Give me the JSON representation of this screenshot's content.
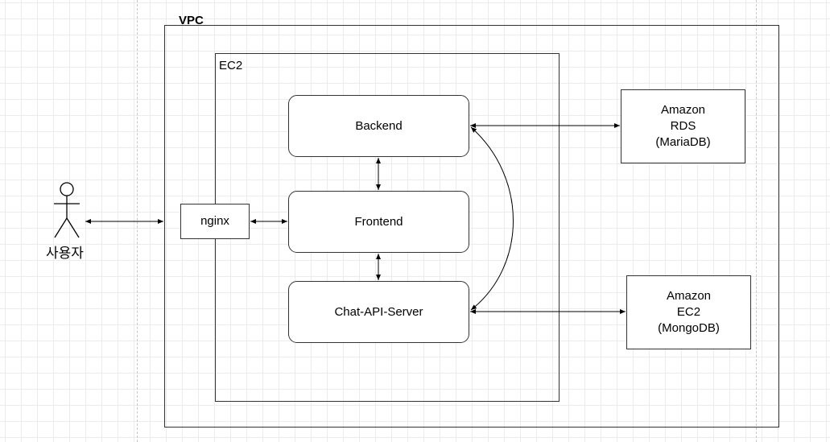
{
  "vpc": {
    "label": "VPC"
  },
  "ec2": {
    "label": "EC2"
  },
  "nodes": {
    "nginx": "nginx",
    "backend": "Backend",
    "frontend": "Frontend",
    "chat_api": "Chat-API-Server"
  },
  "rds": {
    "line1": "Amazon",
    "line2": "RDS",
    "line3": "(MariaDB)"
  },
  "ext_ec2": {
    "line1": "Amazon",
    "line2": "EC2",
    "line3": "(MongoDB)"
  },
  "user": {
    "label": "사용자"
  }
}
